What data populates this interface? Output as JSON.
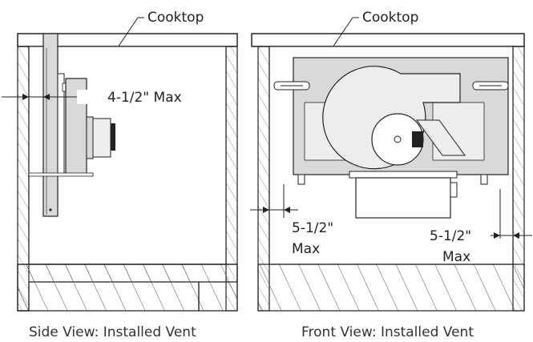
{
  "side_view": {
    "cooktop_label": "Cooktop",
    "dimension_label": "4-1/2\" Max",
    "caption": "Side View: Installed Vent"
  },
  "front_view": {
    "cooktop_label": "Cooktop",
    "dim_left_value": "5-1/2\"",
    "dim_left_unit": "Max",
    "dim_right_value": "5-1/2\"",
    "dim_right_unit": "Max",
    "caption": "Front View: Installed Vent"
  },
  "colors": {
    "line": "#222222",
    "cooktop_bar": "#9a9a9a",
    "vent_body": "#d9d9d9",
    "vent_plate": "#ededed",
    "hatch": "#555555"
  }
}
